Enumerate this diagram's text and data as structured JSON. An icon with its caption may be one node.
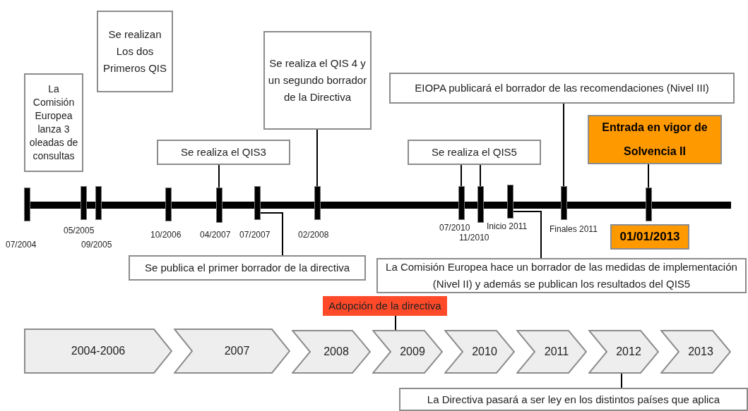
{
  "diagram": {
    "nodes": [
      {
        "text": [
          "La Comisión Europea lanza 3 oleadas de consultas"
        ]
      },
      {
        "text": [
          "Se realizan Los dos Primeros QIS"
        ]
      },
      {
        "text": [
          "Se realiza el QIS 4 y un segundo borrador de la Directiva"
        ]
      },
      {
        "text": [
          "EIOPA publicará el borrador de las recomendaciones (Nivel III)"
        ]
      },
      {
        "text": [
          "Entrada en vigor de Solvencia II"
        ]
      },
      {
        "text": [
          "Se realiza el QIS3"
        ]
      },
      {
        "text": [
          "Se realiza el QIS5"
        ]
      },
      {
        "text": [],
        "shape": "bar",
        "beside": [
          "07/2004"
        ]
      },
      {
        "text": [],
        "shape": "bar",
        "beside": [
          "05/2005"
        ]
      },
      {
        "text": [],
        "shape": "bar",
        "beside": [
          "09/2005"
        ]
      },
      {
        "text": [],
        "shape": "bar",
        "beside": [
          "10/2006"
        ]
      },
      {
        "text": [],
        "shape": "bar",
        "beside": [
          "04/2007"
        ]
      },
      {
        "text": [],
        "shape": "bar",
        "beside": [
          "07/2007"
        ]
      },
      {
        "text": [],
        "shape": "bar",
        "beside": [
          "02/2008"
        ]
      },
      {
        "text": [],
        "shape": "bar",
        "beside": [
          "07/2010"
        ]
      },
      {
        "text": [],
        "shape": "bar",
        "beside": [
          "11/2010"
        ]
      },
      {
        "text": [],
        "shape": "bar",
        "beside": [
          "Inicio 2011"
        ]
      },
      {
        "text": [],
        "shape": "bar",
        "beside": [
          "Finales 2011"
        ]
      },
      {
        "text": [],
        "shape": "bar"
      },
      {
        "text": [
          "01/01/2013"
        ]
      },
      {
        "text": [
          "Se publica el primer borrador de la directiva"
        ]
      },
      {
        "text": [
          "La Comisión Europea hace un borrador de las medidas de implementación (Nivel II) y además se publican los resultados del QIS5"
        ]
      },
      {
        "text": [
          "Adopción de la directiva"
        ]
      },
      {
        "text": [
          "2004-2006"
        ]
      },
      {
        "text": [
          "2007"
        ]
      },
      {
        "text": [
          "2008"
        ]
      },
      {
        "text": [
          "2009"
        ]
      },
      {
        "text": [
          "2010"
        ]
      },
      {
        "text": [
          "2011"
        ]
      },
      {
        "text": [
          "2012"
        ]
      },
      {
        "text": [
          "2013"
        ]
      },
      {
        "text": [
          "La Directiva pasará a ser ley en los distintos países que aplica"
        ]
      }
    ],
    "edges": [
      {
        "from": 5,
        "to": 11,
        "arrow": "none"
      },
      {
        "from": 2,
        "to": 13,
        "arrow": "none"
      },
      {
        "from": 6,
        "to": 14,
        "arrow": "none"
      },
      {
        "from": 6,
        "to": 15,
        "arrow": "none"
      },
      {
        "from": 3,
        "to": 17,
        "arrow": "none"
      },
      {
        "from": 4,
        "to": 18,
        "arrow": "none"
      },
      {
        "from": 20,
        "to": 12,
        "arrow": "none"
      },
      {
        "from": 21,
        "to": 16,
        "arrow": "none"
      },
      {
        "from": 22,
        "to": 26,
        "arrow": "none"
      },
      {
        "from": 31,
        "to": 29,
        "arrow": "none"
      }
    ]
  }
}
